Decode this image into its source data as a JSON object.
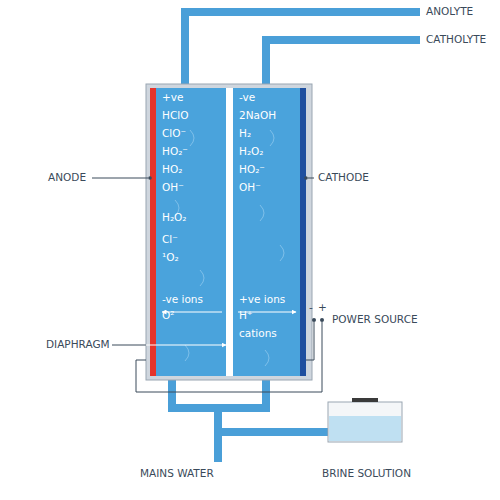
{
  "diagram": {
    "nodes": [
      {
        "text": [
          "+ve",
          "HClO",
          "ClO⁻",
          "HO₂⁻",
          "HO₂",
          "OH⁻",
          "H₂O₂",
          "Cl⁻",
          "¹O₂",
          "-ve ions",
          "O²"
        ]
      },
      {
        "text": [
          "-ve",
          "2NaOH",
          "H₂",
          "H₂O₂",
          "HO₂⁻",
          "OH⁻",
          "+ve ions",
          "H⁺",
          "cations"
        ]
      }
    ],
    "labels": [
      "ANOLYTE",
      "CATHOLYTE",
      "ANODE",
      "CATHODE",
      "DIAPHRAGM",
      "-",
      "+",
      "POWER SOURCE",
      "MAINS WATER",
      "BRINE SOLUTION"
    ]
  }
}
